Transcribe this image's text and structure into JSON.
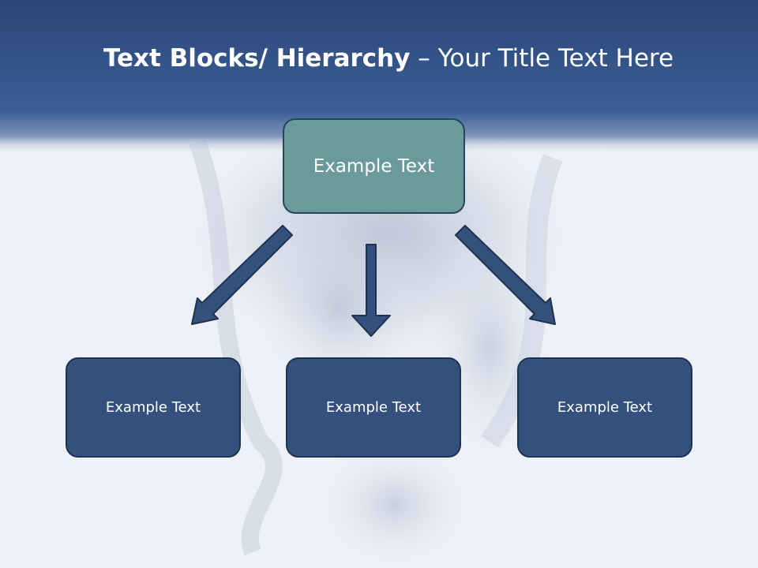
{
  "title": {
    "bold": "Text Blocks/ Hierarchy",
    "rest": " – Your Title Text Here"
  },
  "hierarchy": {
    "root": {
      "label": "Example Text"
    },
    "children": [
      {
        "label": "Example Text"
      },
      {
        "label": "Example Text"
      },
      {
        "label": "Example Text"
      }
    ]
  },
  "colors": {
    "header": "#2f4f80",
    "root_box": "#6a9a9b",
    "child_box": "#34507d",
    "arrow": "#34507d",
    "arrow_outline": "#1f3250"
  }
}
